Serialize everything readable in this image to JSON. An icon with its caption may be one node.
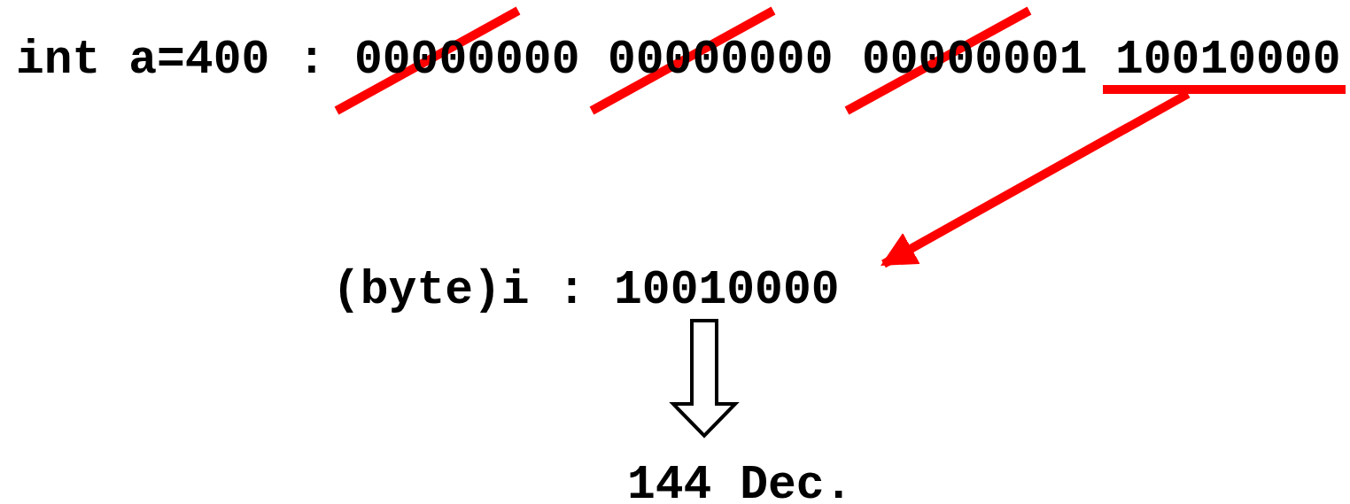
{
  "diagram": {
    "nodes": [
      {
        "text": [
          "10010000"
        ]
      },
      {
        "text": [
          "(byte)i : 10010000"
        ]
      },
      {
        "text": [
          "144 Dec."
        ]
      }
    ],
    "edges": [
      {
        "from": 0,
        "to": 1,
        "arrow": "to",
        "color": "#ff0000"
      },
      {
        "from": 1,
        "to": 2,
        "arrow": "to",
        "color": "#000000"
      }
    ],
    "labels": [
      "int a=400 :",
      "00000000",
      "00000000",
      "00000001"
    ]
  }
}
